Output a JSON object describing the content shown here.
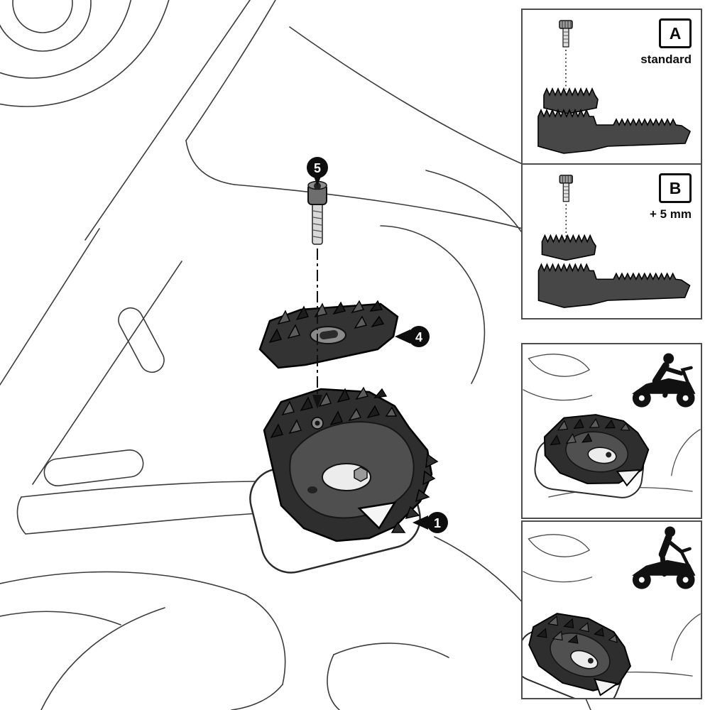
{
  "diagram": {
    "type": "exploded-assembly-instruction",
    "callouts": {
      "screw": "5",
      "extension": "4",
      "pedal": "1"
    }
  },
  "panels": {
    "a": {
      "label": "A",
      "caption": "standard"
    },
    "b": {
      "label": "B",
      "caption": "+ 5 mm"
    },
    "c": {
      "icon": "rider-seated"
    },
    "d": {
      "icon": "rider-standing"
    }
  },
  "colors": {
    "line_art": "#3c3c3c",
    "part_dark": "#2e2e2e",
    "part_mid": "#4f4f4f",
    "callout_bg": "#0d0d0d",
    "panel_border": "#4d4d4d"
  }
}
